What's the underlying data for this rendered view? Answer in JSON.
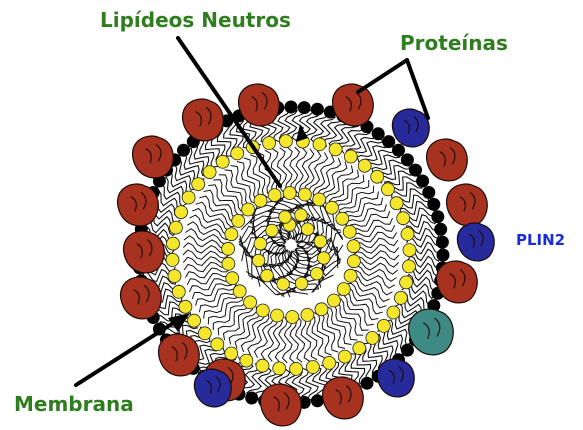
{
  "labels": {
    "neutral_lipids": "Lipídeos Neutros",
    "proteins": "Proteínas",
    "plin2": "PLIN2",
    "membrane": "Membrana"
  },
  "colors": {
    "label_green": "#2E7D1E",
    "label_blue": "#1A2BD8",
    "protein_red": "#A83220",
    "protein_blue": "#262A9A",
    "protein_teal": "#3E8A84",
    "lipid_yellow": "#F4E62A",
    "membrane_black": "#000000"
  },
  "legend_items": [
    {
      "key": "neutral_lipids",
      "icon": "yellow-sphere"
    },
    {
      "key": "proteins",
      "icon": "red-blob"
    },
    {
      "key": "plin2",
      "icon": "blue-blob"
    },
    {
      "key": "membrane",
      "icon": "black-headgroup"
    }
  ]
}
